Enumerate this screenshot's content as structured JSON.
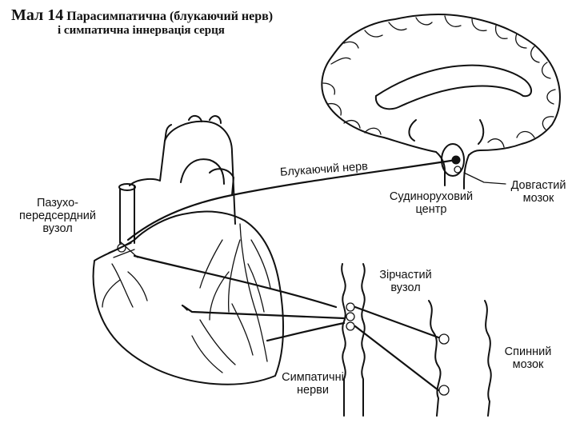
{
  "caption": {
    "number": "Мал 14",
    "title": "Парасимпатична (блукаючий нерв)",
    "subtitle": "і симпатична іннервація серця"
  },
  "labels": {
    "vagus_nerve": "Блукаючий нерв",
    "vasomotor_center_1": "Судинорухoвий",
    "vasomotor_center_2": "центр",
    "medulla_1": "Довгастий",
    "medulla_2": "мозок",
    "sa_node_1": "Пазухо-",
    "sa_node_2": "передсердний",
    "sa_node_3": "вузол",
    "stellate_1": "Зірчастий",
    "stellate_2": "вузол",
    "sympathetic_1": "Симпатичні",
    "sympathetic_2": "нерви",
    "spinal_cord_1": "Спинний",
    "spinal_cord_2": "мозок"
  },
  "colors": {
    "ink": "#111111",
    "background": "#ffffff"
  }
}
